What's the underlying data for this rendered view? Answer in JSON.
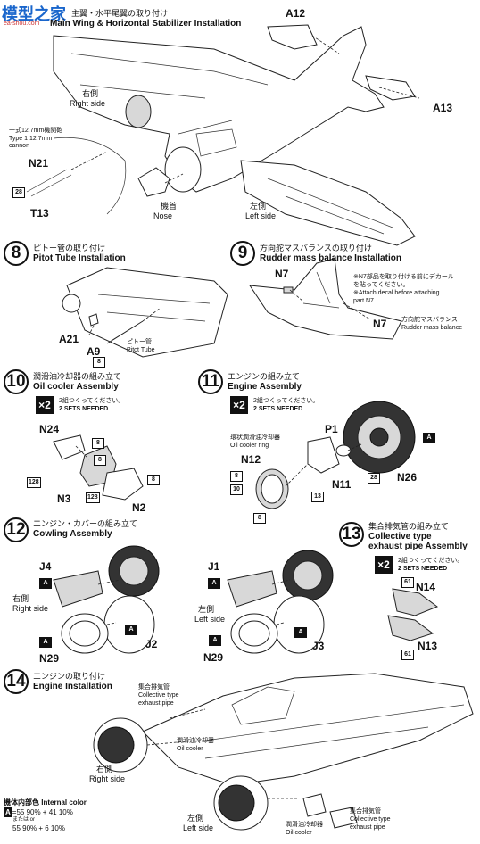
{
  "watermark": {
    "text": "模型之家",
    "url": "ea-shou.com"
  },
  "step7": {
    "title_en": "Main Wing & Horizontal Stabilizer Installation",
    "title_jp": "主翼・水平尾翼の取り付け",
    "right_side_jp": "右側",
    "right_side_en": "Right side",
    "left_side_jp": "左側",
    "left_side_en": "Left side",
    "nose_jp": "機首",
    "nose_en": "Nose",
    "cannon_jp": "一式12.7mm機関砲",
    "cannon_en1": "Type 1 12.7mm",
    "cannon_en2": "cannon",
    "parts": {
      "a12": "A12",
      "a13": "A13",
      "n21": "N21",
      "t13": "T13",
      "b28": "28"
    }
  },
  "step8": {
    "num": "8",
    "title_jp": "ピトー管の取り付け",
    "title_en": "Pitot Tube Installation",
    "parts": {
      "a21": "A21",
      "a9": "A9",
      "b8": "8"
    },
    "pitot_jp": "ピトー管",
    "pitot_en": "Pitot Tube"
  },
  "step9": {
    "num": "9",
    "title_jp": "方向舵マスバランスの取り付け",
    "title_en": "Rudder mass balance Installation",
    "parts": {
      "n7_top": "N7",
      "n7": "N7"
    },
    "note_jp1": "※N7部品を取り付ける前にデカール",
    "note_jp2": "を貼ってください。",
    "note_en1": "※Attach decal before attaching",
    "note_en2": "part N7.",
    "mass_jp": "方向舵マスバランス",
    "mass_en": "Rudder mass balance"
  },
  "step10": {
    "num": "10",
    "title_jp": "潤滑油冷却器の組み立て",
    "title_en": "Oil cooler Assembly",
    "x2": "×2",
    "sets_jp": "2組つくってください。",
    "sets_en": "2 SETS NEEDED",
    "parts": {
      "n24": "N24",
      "n3": "N3",
      "n2": "N2",
      "b8a": "8",
      "b8b": "8",
      "b8c": "8",
      "b128a": "128",
      "b128b": "128"
    }
  },
  "step11": {
    "num": "11",
    "title_jp": "エンジンの組み立て",
    "title_en": "Engine Assembly",
    "x2": "×2",
    "sets_jp": "2組つくってください。",
    "sets_en": "2 SETS NEEDED",
    "ring_jp": "環状潤滑油冷却器",
    "ring_en": "Oil cooler ring",
    "parts": {
      "p1": "P1",
      "n12": "N12",
      "n11": "N11",
      "n26": "N26",
      "bA": "A",
      "b8a": "8",
      "b8b": "8",
      "b10": "10",
      "b13": "13",
      "b28": "28"
    }
  },
  "step12": {
    "num": "12",
    "title_jp": "エンジン・カバーの組み立て",
    "title_en": "Cowling Assembly",
    "right_jp": "右側",
    "right_en": "Right side",
    "left_jp": "左側",
    "left_en": "Left side",
    "parts": {
      "j4": "J4",
      "j2": "J2",
      "n29a": "N29",
      "j1": "J1",
      "j3": "J3",
      "n29b": "N29",
      "bA": "A"
    }
  },
  "step13": {
    "num": "13",
    "title_jp": "集合排気管の組み立て",
    "title_en1": "Collective type",
    "title_en2": "exhaust pipe Assembly",
    "x2": "×2",
    "sets_jp": "2組つくってください。",
    "sets_en": "2 SETS NEEDED",
    "parts": {
      "n14": "N14",
      "n13": "N13",
      "b61a": "61",
      "b61b": "61"
    }
  },
  "step14": {
    "num": "14",
    "title_jp": "エンジンの取り付け",
    "title_en": "Engine Installation",
    "exhaust_jp": "集合排気管",
    "exhaust_en1": "Collective type",
    "exhaust_en2": "exhaust pipe",
    "oil_jp": "潤滑油冷却器",
    "oil_en": "Oil cooler",
    "right_jp": "右側",
    "right_en": "Right side",
    "left_jp": "左側",
    "left_en": "Left side"
  },
  "color_note": {
    "label_jp": "機体内部色",
    "label_en": "Internal color",
    "key_a": "A",
    "line1": "=55 90% + 41 10%",
    "or_jp": "または or",
    "line2": "55 90% + 6 10%"
  }
}
